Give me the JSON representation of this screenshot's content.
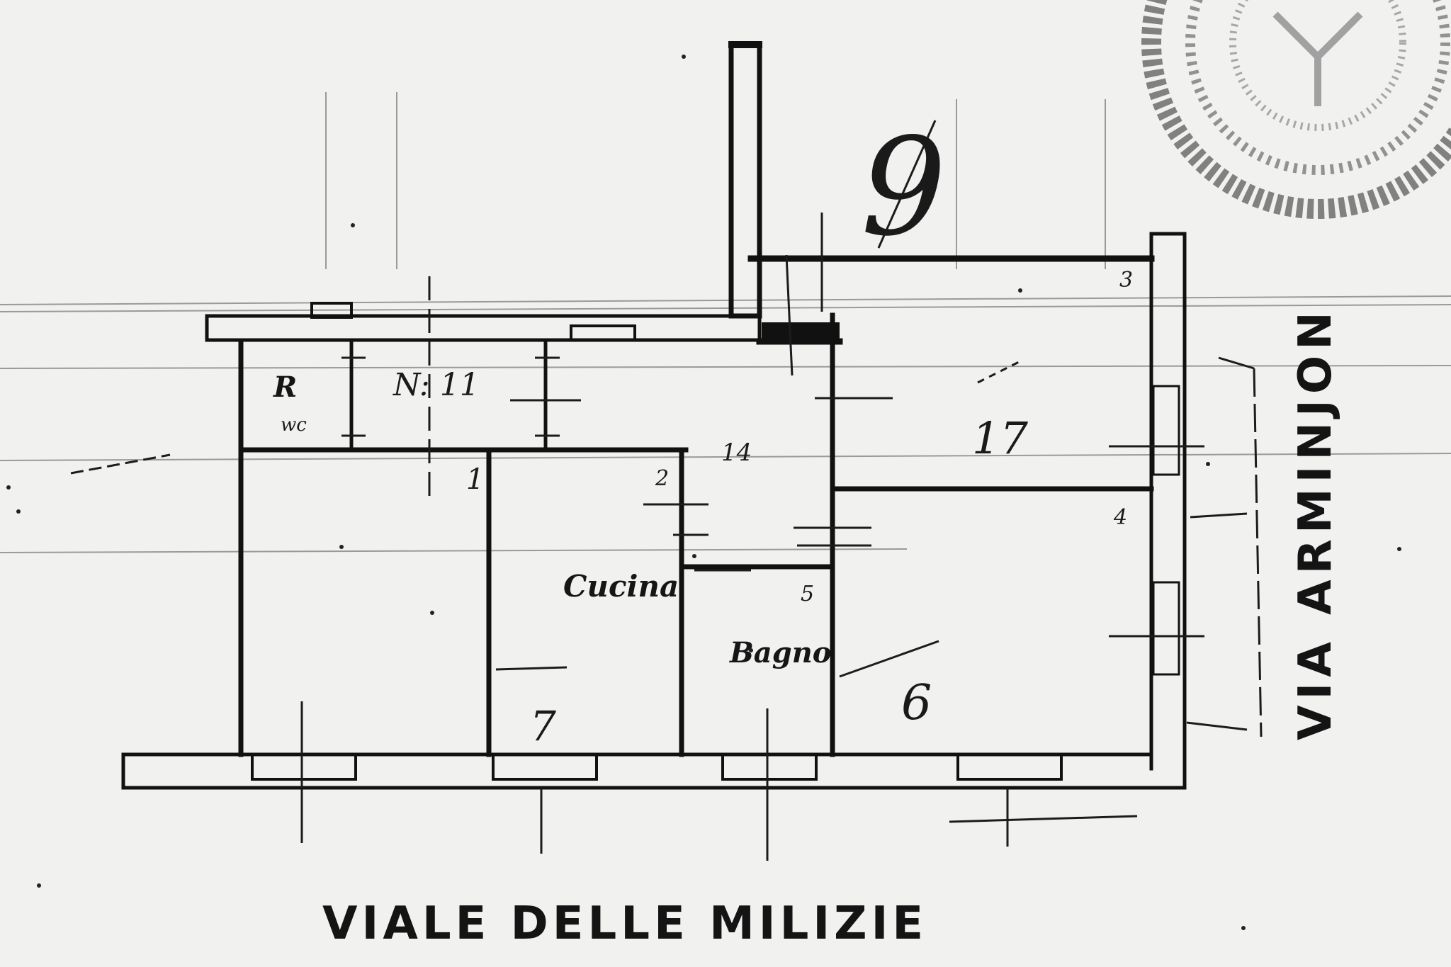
{
  "streets": {
    "south": "VIALE DELLE MILIZIE",
    "east": "VIA ARMINJON"
  },
  "rooms": {
    "kitchen": "Cucina",
    "bathroom": "Bagno",
    "closet": "R",
    "closet_sub": "wc"
  },
  "annotations": {
    "unit_number": "N: 11",
    "sheet_number": "9",
    "room_17": "17",
    "room_4": "4",
    "room_6": "6",
    "room_7": "7",
    "room_1": "1",
    "room_2": "2",
    "room_3": "3",
    "room_5": "5",
    "room_14": "14"
  }
}
